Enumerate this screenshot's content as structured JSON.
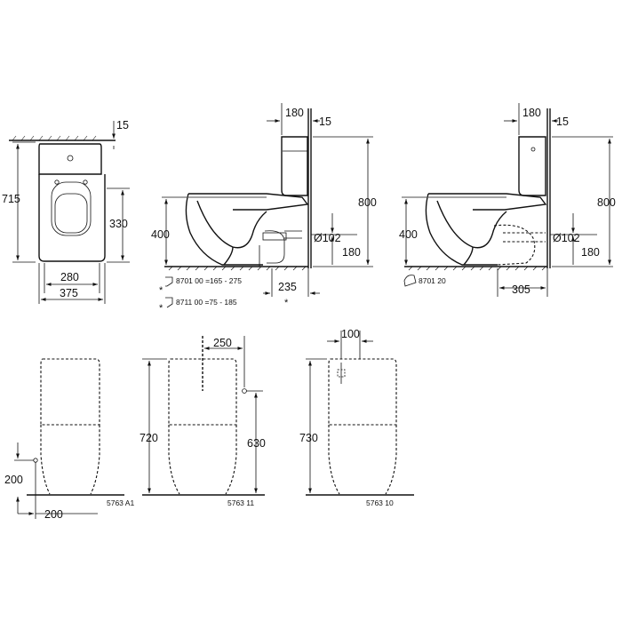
{
  "front_view": {
    "d15": "15",
    "d715": "715",
    "d330": "330",
    "d280": "280",
    "d375": "375"
  },
  "side_view_a": {
    "d180": "180",
    "d15": "15",
    "d800": "800",
    "d400": "400",
    "d102": "Ø102",
    "d180b": "180",
    "d235": "235",
    "legend1": "8701 00  =165 - 275",
    "legend2": "8711 00  =75 -  185",
    "star": "*"
  },
  "side_view_b": {
    "d180": "180",
    "d15": "15",
    "d800": "800",
    "d400": "400",
    "d102": "Ø102",
    "d180b": "180",
    "d305": "305",
    "legend": "8701 20"
  },
  "bottom_a": {
    "d200v": "200",
    "d200h": "200",
    "code": "5763 A1"
  },
  "bottom_b": {
    "d250": "250",
    "d720": "720",
    "d630": "630",
    "code": "5763 11"
  },
  "bottom_c": {
    "d100": "100",
    "d730": "730",
    "code": "5763 10"
  }
}
